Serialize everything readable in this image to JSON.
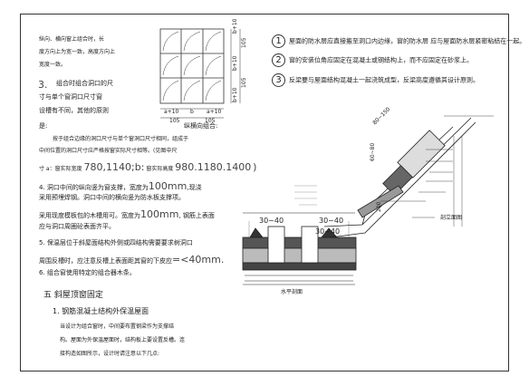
{
  "left_notes": {
    "line1": "纵向、横向窗上组合时，长",
    "line2": "度方向上为宽一致，高度方向上",
    "line3": "宽度一致。",
    "item3_num": "3.",
    "item3_a": "组合时组合洞口的尺",
    "item3_b": "寸与单个窗洞口尺寸窗",
    "item3_c": "设槽有不同，其他的原则",
    "item3_d": "是:",
    "combo_label": "纵横向组合:",
    "item3_e": "按于组合边缘的洞口尺寸与单个窗洞口尺寸相同，组成于",
    "item3_f": "中间位置的洞口尺寸应严格按窗实际尺寸相等。(见图中尺",
    "item3_g_prefix": "寸 a：窗实际宽度",
    "item3_g_values": "780,1140;b:",
    "item3_g_mid": "窗实际高度",
    "item3_g_values2": "980.1180.1400",
    "item3_g_close": ")",
    "item4_a": "4.  洞口中间的纵向竖为窗支撑，宽度为",
    "item4_a_val": "100mm",
    "item4_a_end": ",现浇",
    "item4_b": "采用预埋焊钢。洞口中间的横向竖为防水板支撑项。",
    "item4_c": "采用现度模板包的木槽用可。宽度为",
    "item4_c_val": "100mm",
    "item4_c_end": ", 钢筋上表面",
    "item4_d": "应与洞口周圈砼表面齐平。",
    "item5_a": "5. 保温层位于斜屋面结构外侧或四结构需要要求树洞口",
    "item5_b": "周围反槽时，应注意反槽上表面距其窗的下皮应",
    "item5_b_val": "=<40mm.",
    "item6": "6. 组合窗使用特定的组合器木条。",
    "section5": "五  斜屋顶窗固定",
    "sub1": "1.  钢筋混凝土结构外保温屋面",
    "p1": "当设计为组合窗时，中间要布置钢梁作为支撑结",
    "p2": "构。屋面为外保温屋面时，结构板上要设置反槽。连",
    "p3": "接构造如图所示，设计时请注意以下几点:"
  },
  "right_notes": {
    "n1": "屋面的防水层应直接搬至洞口内边缘，窗的防水层  应与屋面防水层紧密粘结在一起。",
    "n2": "窗的安装位角应固定在混凝土或钢结构上，而不应固定在砂浆上。",
    "n3": "反梁要与屋面结构混凝土一起浇筑成型，反梁高度遵循其设计原则。",
    "n1_num": "1",
    "n2_num": "2",
    "n3_num": "3"
  },
  "grid_drawing": {
    "dims_bottom_top": [
      "a+10",
      "b",
      "a+10"
    ],
    "dims_bottom_bottom": [
      "105",
      "105"
    ],
    "dims_right": [
      "b+10",
      "105",
      "b+10",
      "105",
      "b+10"
    ]
  },
  "section_drawing": {
    "dim_a": "30~40",
    "dim_b": "30~40",
    "dim_c": "30~40",
    "caption": "水平剖面"
  },
  "slope_drawing": {
    "dim_top": "80~150",
    "dim_mid": "60~80",
    "dim_bottom": "200",
    "caption": "剖立面图"
  }
}
